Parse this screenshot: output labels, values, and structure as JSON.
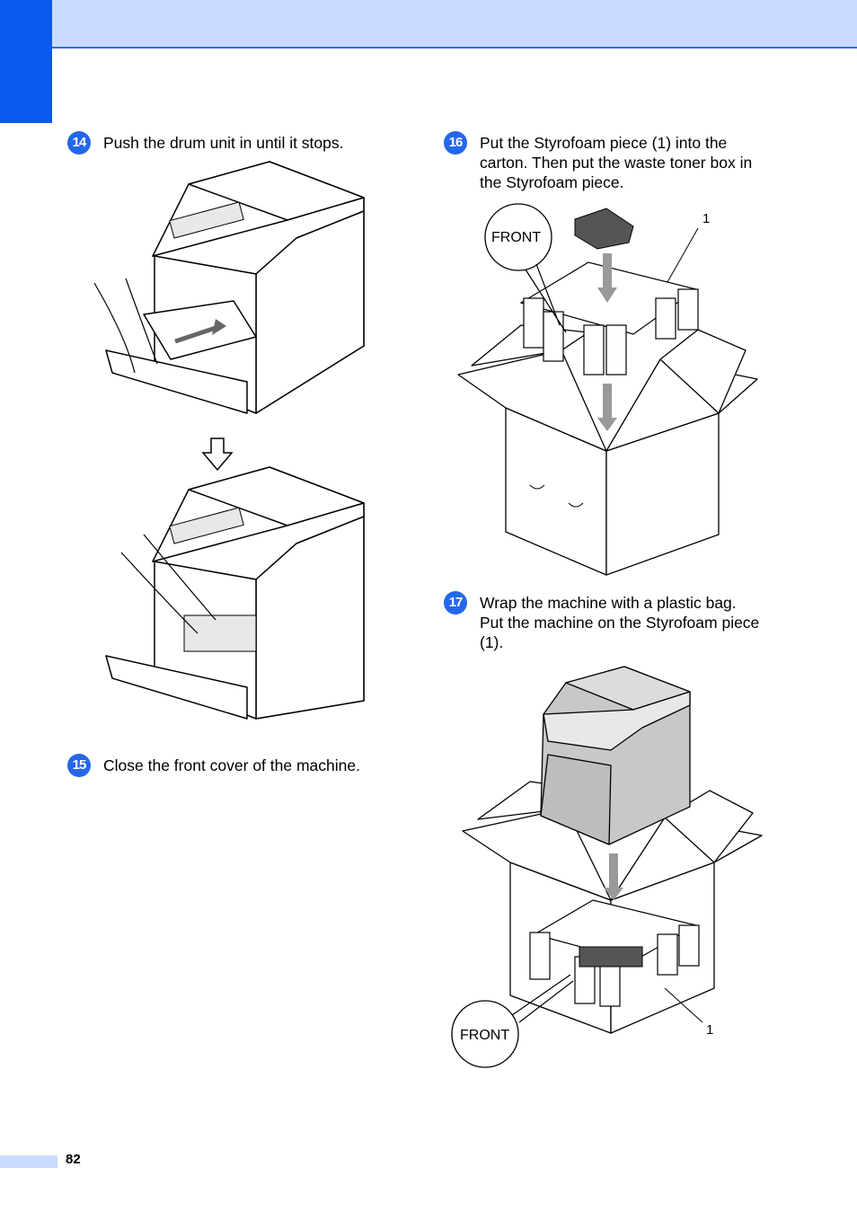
{
  "steps": [
    {
      "number": "14",
      "text": "Push the drum unit in until it stops."
    },
    {
      "number": "15",
      "text": "Close the front cover of the machine."
    },
    {
      "number": "16",
      "text": "Put the Styrofoam piece (1) into the\ncarton. Then put the waste toner box in\nthe Styrofoam piece."
    },
    {
      "number": "17",
      "text": "Wrap the machine with a plastic bag.\nPut the machine on the Styrofoam piece\n(1)."
    }
  ],
  "figures": {
    "carton_top": {
      "front_label": "FRONT",
      "callout": "1"
    },
    "carton_bottom": {
      "front_label": "FRONT",
      "callout": "1"
    }
  },
  "page_number": "82",
  "colors": {
    "header_band": "#c9dbff",
    "side_tab": "#0a5af0",
    "badge": "#2468e8"
  }
}
